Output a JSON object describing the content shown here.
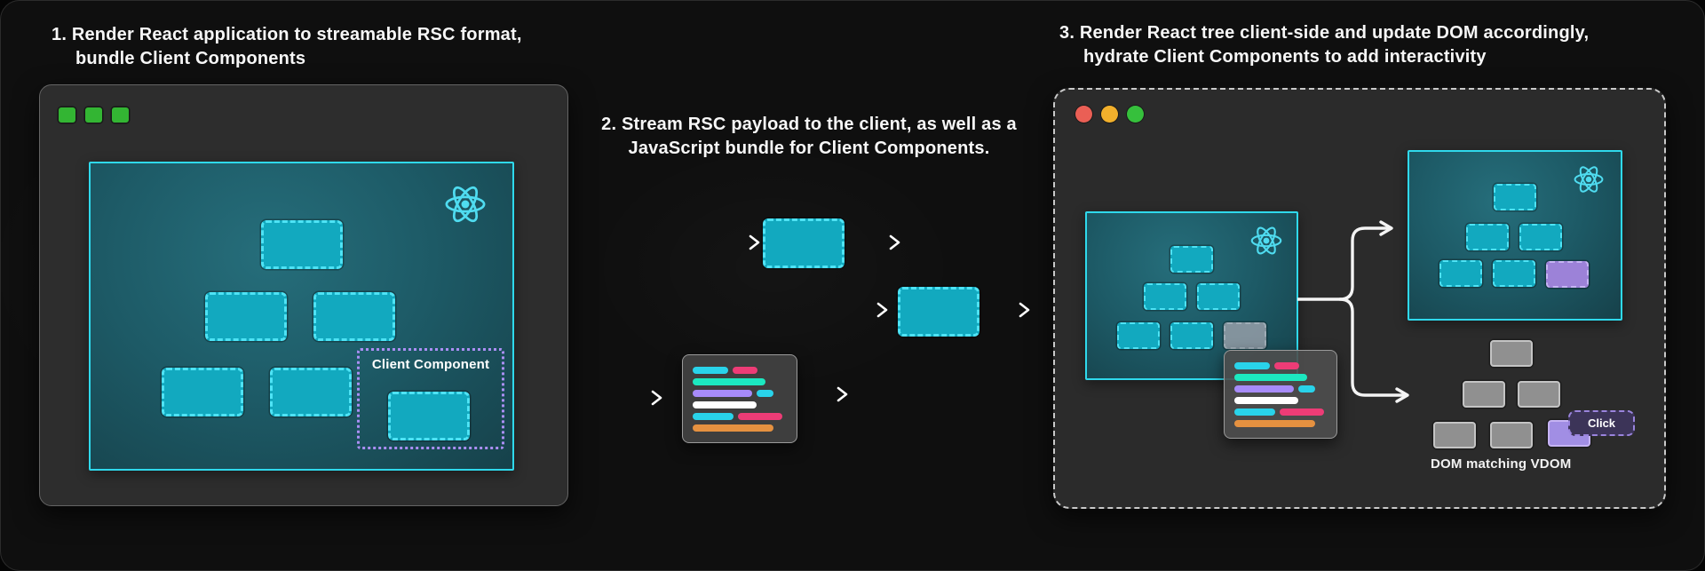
{
  "steps": [
    {
      "prefix": "1.",
      "line1": "1. Render React application to streamable RSC format,",
      "line2": "bundle Client Components"
    },
    {
      "prefix": "2.",
      "line1": "2. Stream RSC payload to the client, as well as a",
      "line2": "JavaScript bundle for Client Components."
    },
    {
      "prefix": "3.",
      "line1": "3. Render React tree client-side and update DOM accordingly,",
      "line2": "hydrate Client Components to add interactivity"
    }
  ],
  "labels": {
    "client_component": "Client Component",
    "click": "Click",
    "dom_caption": "DOM matching VDOM"
  },
  "icons": {
    "react_logo": "react-atom-icon",
    "window_controls_left": "three-green-square-traffic-lights",
    "window_controls_right": "red-yellow-green-traffic-lights",
    "arrows": "white-right-arrows",
    "fork": "branching-fork-arrow"
  },
  "colors": {
    "page_bg": "#0f0f0f",
    "window_bg": "#2d2d2d",
    "accent_cyan_border": "#2fd9ec",
    "node_fill": "#12a9bf",
    "node_dash_border": "#4ee3f5",
    "viewport_teal_bg": "#1d5a66",
    "client_purple": "#ab8ff5",
    "purple_node_fill": "#9c82d8",
    "dom_purple_fill": "#a18ee4",
    "gray_node_fill": "#909090",
    "dimmed_gray_node": "#8f9aa4",
    "pill_cyan": "#29d3ea",
    "pill_pink": "#ed3c76",
    "pill_teal": "#1ce8c0",
    "pill_purple": "#a78bfa",
    "pill_white": "#ffffff",
    "pill_orange": "#e59140",
    "traffic_green_square": "#33b533",
    "traffic_red": "#ea5f55",
    "traffic_yellow": "#f2b02c",
    "traffic_green": "#36c03c",
    "arrow_white": "#ffffff"
  },
  "diagram": {
    "server_window": {
      "tree_rows": [
        1,
        2,
        2
      ],
      "client_component_boundary": {
        "label": "Client Component",
        "child_nodes": 1
      }
    },
    "stream": {
      "rsc_payload_chunks": 2,
      "js_bundle_codeblock_rows": [
        [
          "cyan",
          "pink"
        ],
        [
          "teal"
        ],
        [
          "purple",
          "cyan"
        ],
        [
          "white"
        ],
        [
          "cyan",
          "pink"
        ],
        [
          "orange"
        ]
      ]
    },
    "client_window": {
      "incoming_tree_rows": [
        1,
        2,
        2
      ],
      "incoming_tree_placeholder": "gray-client-slot",
      "vdom_tree_rows": [
        1,
        2,
        2
      ],
      "vdom_hydrated_node": "purple",
      "dom_tree_rows": [
        1,
        2,
        2
      ],
      "dom_interactive_node": "purple-with-click-tooltip",
      "caption": "DOM matching VDOM"
    }
  }
}
